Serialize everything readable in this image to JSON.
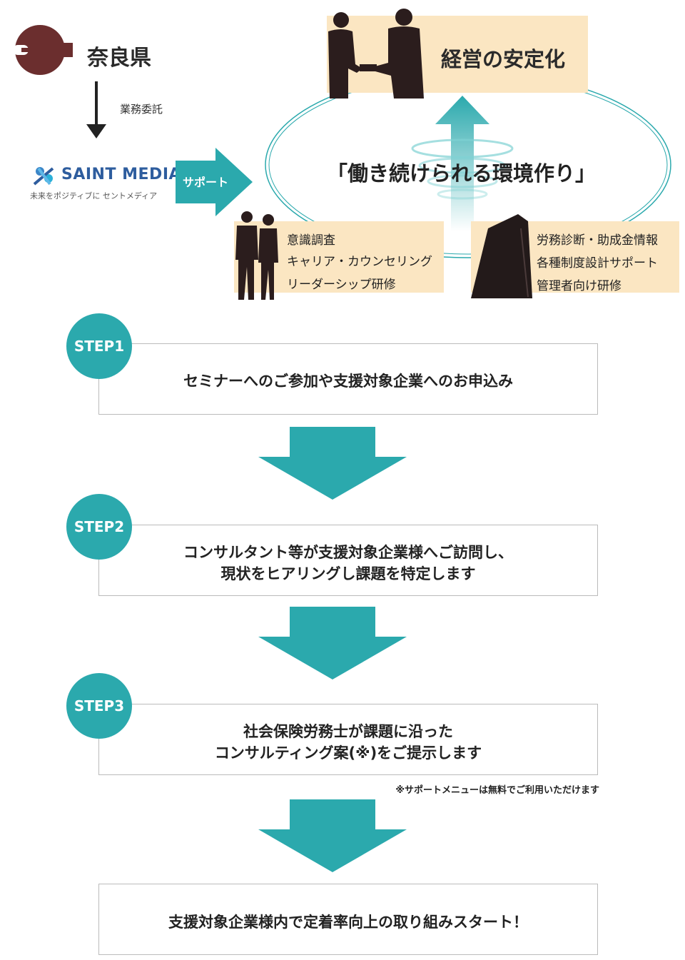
{
  "top": {
    "prefecture": "奈良県",
    "entrust_label": "業務委託",
    "company_logo_text": "SAINT MEDIA",
    "company_tagline": "未来をポジティブに セントメディア",
    "support_label": "サポート",
    "management_goal": "経営の安定化",
    "environment_goal": "「働き続けられる環境作り」"
  },
  "menus": {
    "left": [
      "意識調査",
      "キャリア・カウンセリング",
      "リーダーシップ研修"
    ],
    "right": [
      "労務診断・助成金情報",
      "各種制度設計サポート",
      "管理者向け研修"
    ]
  },
  "steps": [
    {
      "badge": "STEP1",
      "lines": [
        "セミナーへのご参加や支援対象企業へのお申込み"
      ]
    },
    {
      "badge": "STEP2",
      "lines": [
        "コンサルタント等が支援対象企業様へご訪問し、",
        "現状をヒアリングし課題を特定します"
      ]
    },
    {
      "badge": "STEP3",
      "lines": [
        "社会保険労務士が課題に沿った",
        "コンサルティング案(※)をご提示します"
      ]
    }
  ],
  "note": "※サポートメニューは無料でご利用いただけます",
  "final": "支援対象企業様内で定着率向上の取り組みスタート！",
  "colors": {
    "teal": "#2ba9ad",
    "cream": "#fbe6c2",
    "nara_brown": "#6b2e2e",
    "logo_blue": "#2e5d9e"
  }
}
